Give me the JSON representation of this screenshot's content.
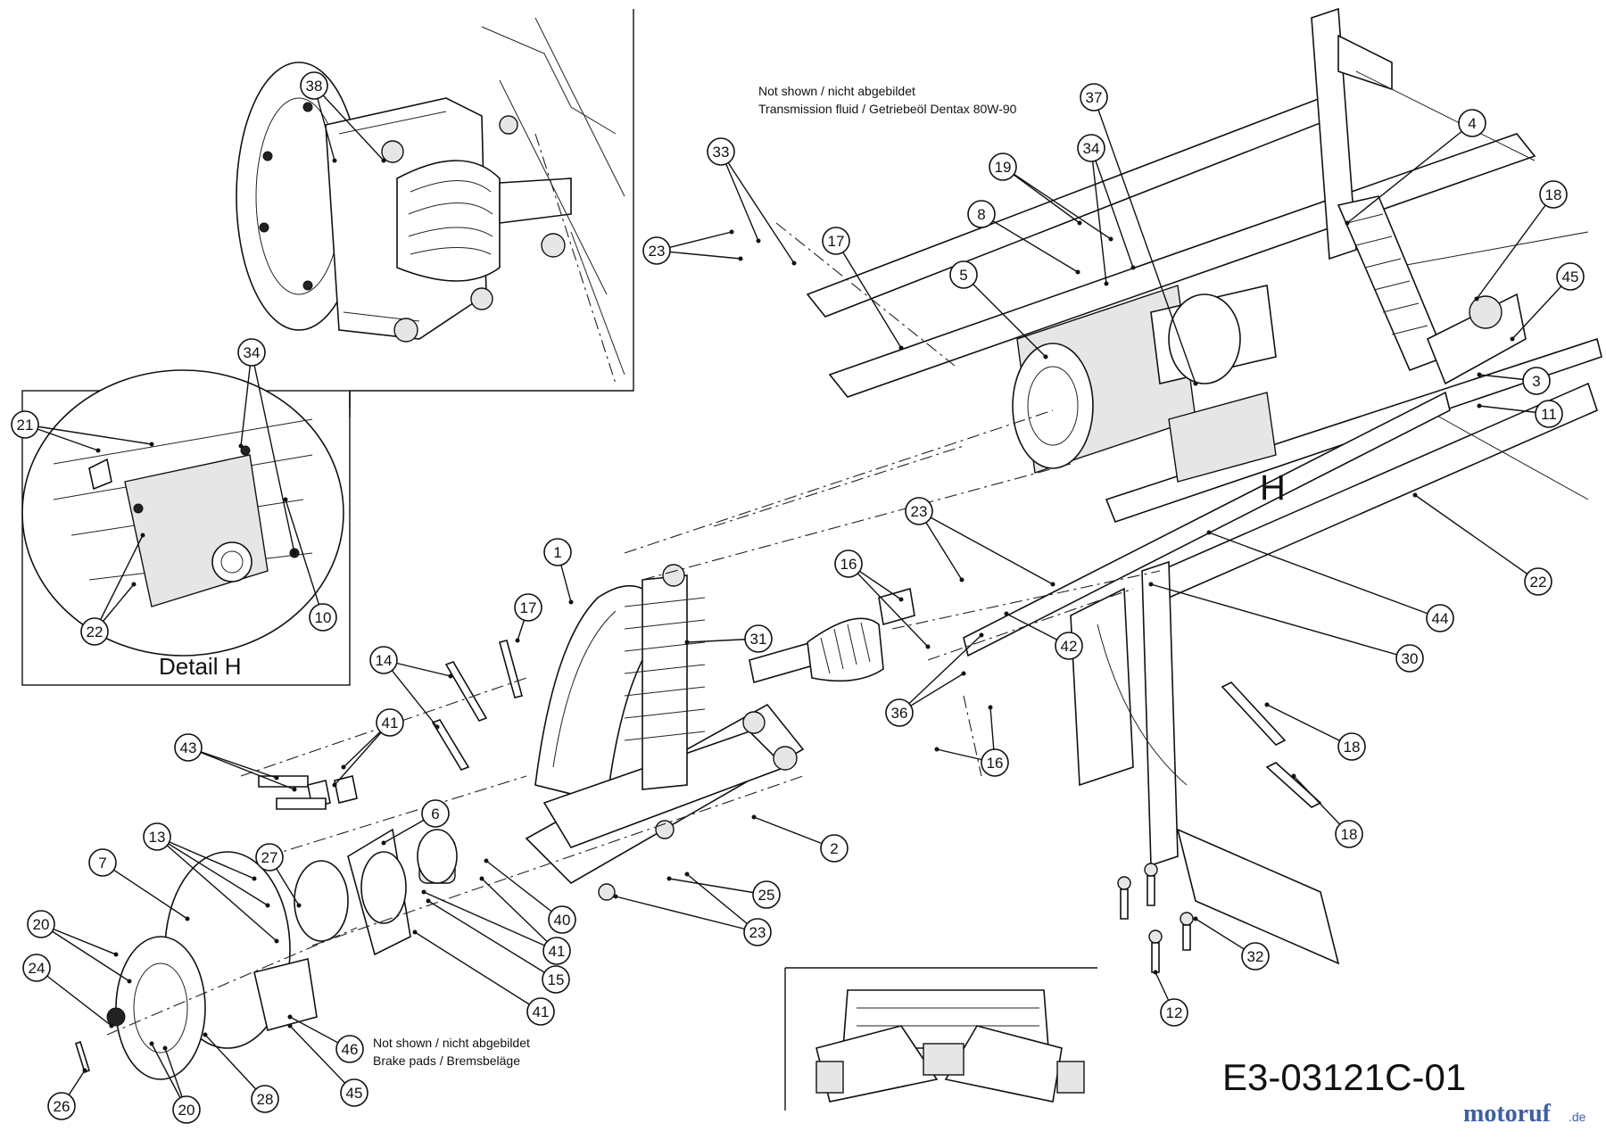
{
  "diagram": {
    "drawing_id": "E3-03121C-01",
    "detail_label": "Detail H",
    "view_mark": "H",
    "brand": {
      "text": "motoruf",
      "suffix": ".de"
    },
    "notes": [
      {
        "line1": "Not shown / nicht abgebildet",
        "line2": "Transmission fluid / Getriebeöl   Dentax 80W-90"
      },
      {
        "line1": "Not shown / nicht abgebildet",
        "line2": "Brake pads / Bremsbeläge"
      }
    ],
    "callouts": [
      "38",
      "34",
      "21",
      "22",
      "10",
      "33",
      "23",
      "19",
      "34",
      "37",
      "4",
      "8",
      "17",
      "5",
      "18",
      "45",
      "3",
      "11",
      "22",
      "44",
      "30",
      "1",
      "23",
      "16",
      "17",
      "14",
      "31",
      "42",
      "36",
      "16",
      "18",
      "18",
      "43",
      "41",
      "6",
      "2",
      "27",
      "13",
      "7",
      "25",
      "23",
      "40",
      "41",
      "15",
      "41",
      "20",
      "24",
      "46",
      "45",
      "28",
      "20",
      "26",
      "12",
      "32"
    ]
  }
}
